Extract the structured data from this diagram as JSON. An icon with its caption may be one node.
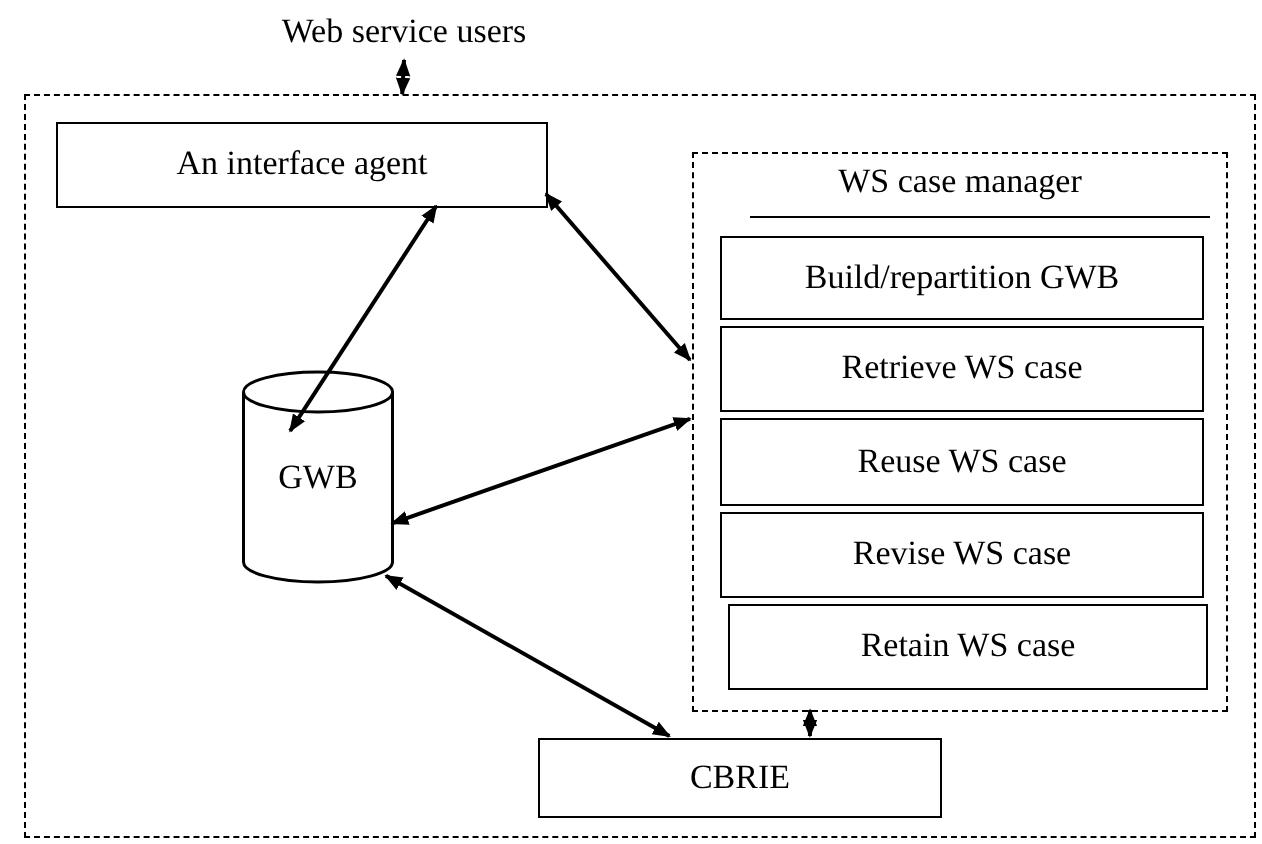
{
  "diagram": {
    "nodes": [
      {
        "text": [
          "Web service users"
        ]
      },
      {
        "text": [],
        "shape": "box"
      },
      {
        "text": [
          "An interface agent"
        ],
        "in": 1
      },
      {
        "text": [
          "WS case manager"
        ],
        "in": 1
      },
      {
        "text": [
          "Build/repartition GWB"
        ],
        "in": 3
      },
      {
        "text": [
          "Retrieve WS case"
        ],
        "in": 3
      },
      {
        "text": [
          "Reuse WS case"
        ],
        "in": 3
      },
      {
        "text": [
          "Revise WS case"
        ],
        "in": 3
      },
      {
        "text": [
          "Retain WS case"
        ],
        "in": 3
      },
      {
        "text": [
          "GWB"
        ],
        "in": 1
      },
      {
        "text": [
          "CBRIE"
        ],
        "in": 1
      }
    ],
    "edges": [
      {
        "from": 0,
        "to": 1,
        "arrow": "both"
      },
      {
        "from": 2,
        "to": 9,
        "arrow": "both"
      },
      {
        "from": 2,
        "to": 3,
        "arrow": "both"
      },
      {
        "from": 9,
        "to": 3,
        "arrow": "both"
      },
      {
        "from": 9,
        "to": 10,
        "arrow": "both"
      },
      {
        "from": 3,
        "to": 10,
        "arrow": "both"
      }
    ]
  }
}
